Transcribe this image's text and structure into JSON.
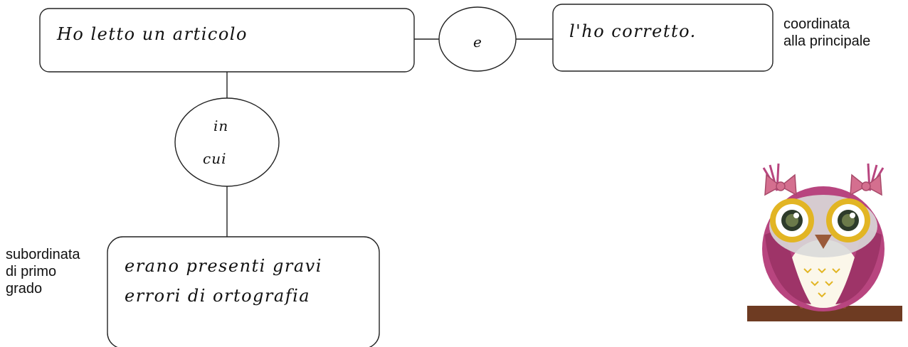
{
  "main_clause": "Ho letto un articolo",
  "conjunction_1": "e",
  "coordinate_clause": "l'ho corretto.",
  "coordinate_label": [
    "coordinata",
    "alla principale"
  ],
  "relative_pronoun": [
    "in",
    "cui"
  ],
  "subordinate_clause": [
    "erano presenti gravi",
    "errori di ortografia"
  ],
  "subordinate_label": [
    "subordinata",
    "di primo",
    "grado"
  ],
  "colors": {
    "owl_body": "#b8457f",
    "owl_face": "#d9d9d9",
    "owl_belly": "#fbf7ea",
    "owl_eye_ring": "#e2b524",
    "owl_bow": "#d46f8f",
    "branch": "#6e3b22"
  }
}
